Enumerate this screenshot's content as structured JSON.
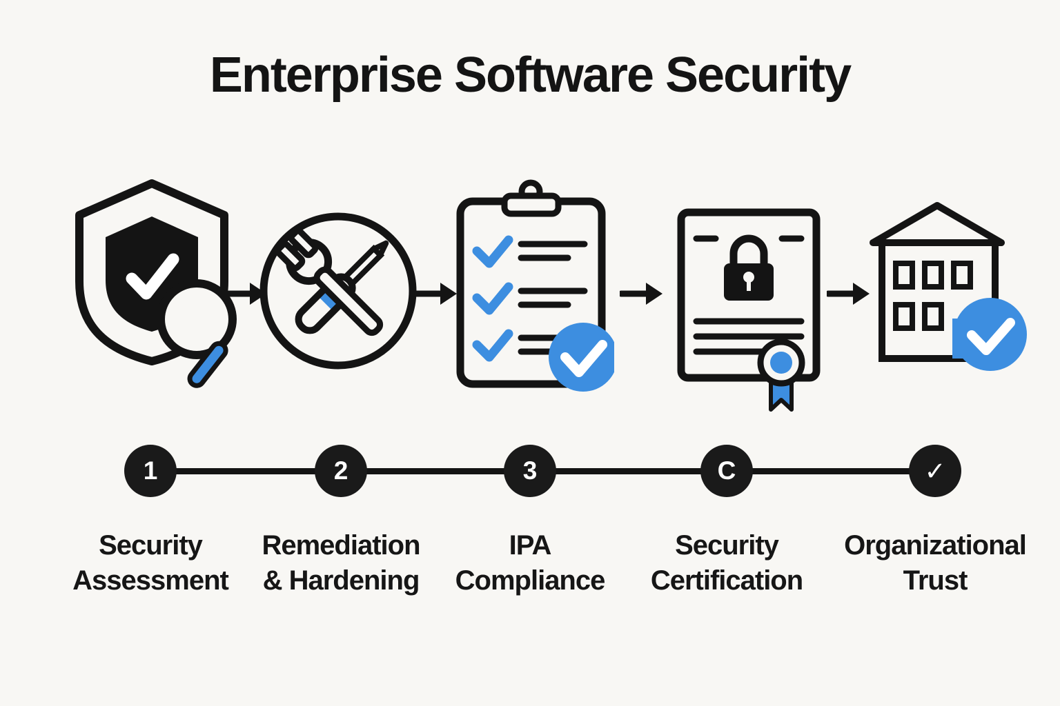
{
  "title": "Enterprise Software Security",
  "colors": {
    "background": "#f8f7f4",
    "ink": "#141414",
    "accent_blue": "#3d8ee0",
    "marker_circle": "#1a1a1a"
  },
  "steps": [
    {
      "marker": "1",
      "icon": "shield-check-magnifier-icon",
      "label_line1": "Security",
      "label_line2": "Assessment"
    },
    {
      "marker": "2",
      "icon": "wrench-screwdriver-icon",
      "label_line1": "Remediation",
      "label_line2": "& Hardening"
    },
    {
      "marker": "3",
      "icon": "checklist-clipboard-icon",
      "label_line1": "IPA",
      "label_line2": "Compliance"
    },
    {
      "marker": "C",
      "icon": "certificate-lock-icon",
      "label_line1": "Security",
      "label_line2": "Certification"
    },
    {
      "marker": "✓",
      "icon": "building-trust-icon",
      "label_line1": "Organizational",
      "label_line2": "Trust"
    }
  ]
}
